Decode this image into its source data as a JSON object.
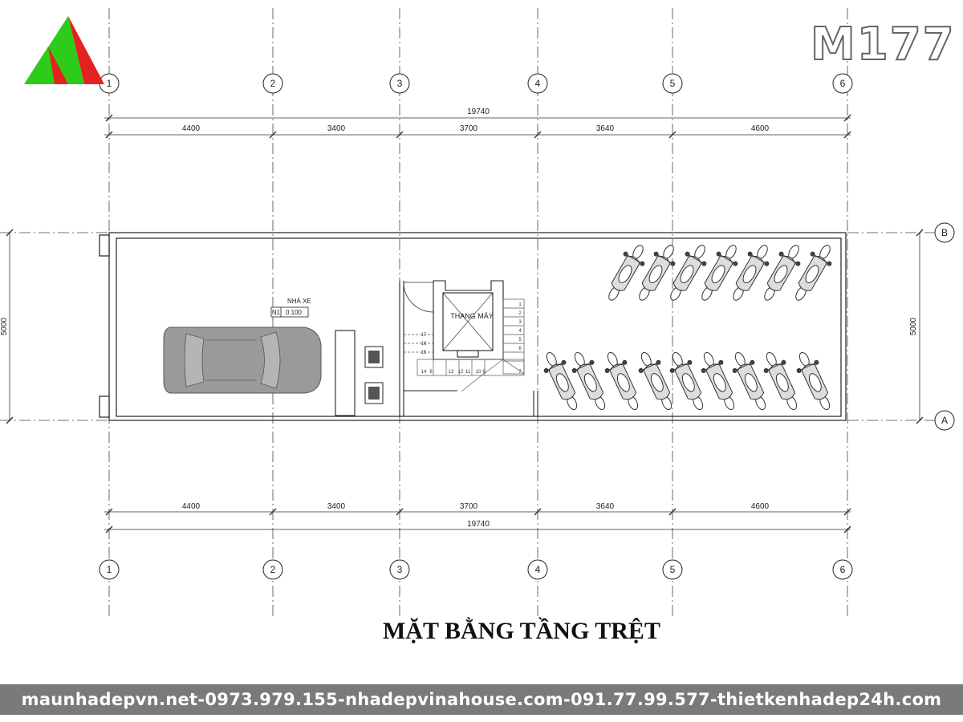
{
  "code": "M177",
  "title": "MẶT BẰNG TẦNG TRỆT",
  "footer": "maunhadepvn.net-0973.979.155-nhadepvinahouse.com-091.77.99.577-thietkenhadep24h.com",
  "grid": {
    "columns": [
      "1",
      "2",
      "3",
      "4",
      "5",
      "6"
    ],
    "rows": [
      "B",
      "A"
    ]
  },
  "dimensions": {
    "total": "19740",
    "spans": [
      "4400",
      "3400",
      "3700",
      "3640",
      "4600"
    ],
    "depth": "5000"
  },
  "labels": {
    "garage": "NHÀ XE",
    "level": "0.100",
    "level_tag": "N1",
    "elevator": "THANG MÁY",
    "stair_steps": [
      "1",
      "2",
      "3",
      "4",
      "5",
      "6",
      "7",
      "8",
      "9",
      "10",
      "11",
      "12",
      "13",
      "14",
      "15",
      "16",
      "17"
    ]
  },
  "colors": {
    "logo_green": "#2ecc1a",
    "logo_red": "#e32222",
    "car": "#9a9a9a",
    "footer": "#7a7a7a"
  }
}
